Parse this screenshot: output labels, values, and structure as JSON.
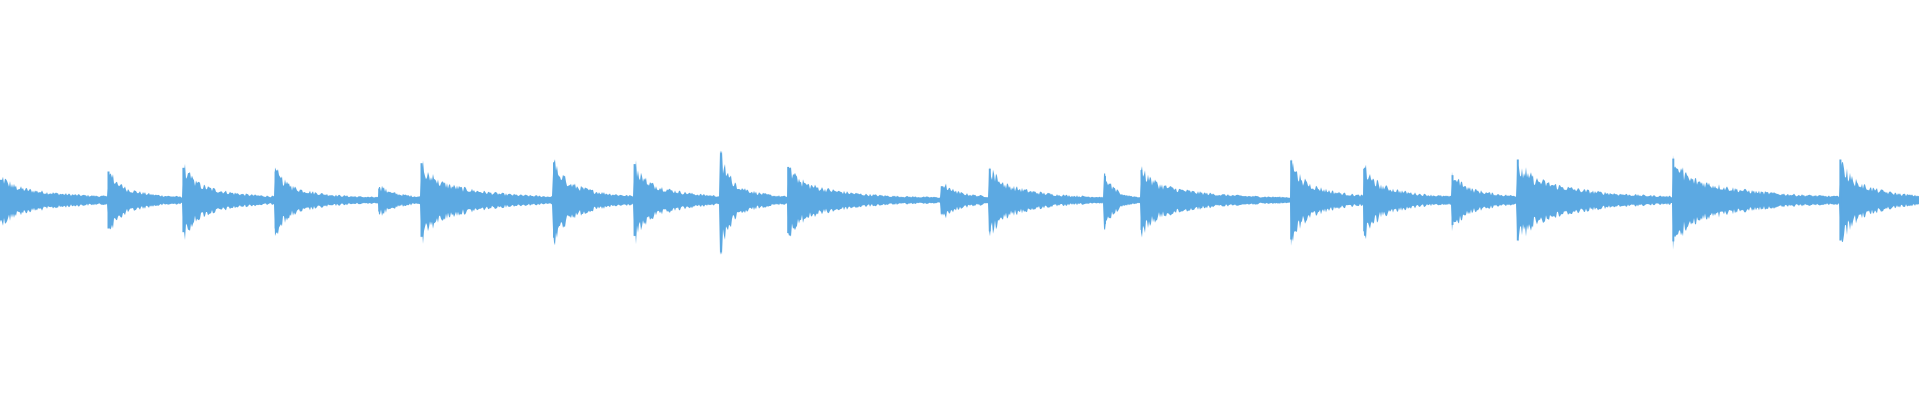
{
  "waveform": {
    "color": "#5ca9e2",
    "background": "#ffffff",
    "onsets": [
      {
        "time": 0.0,
        "peak": 0.44,
        "decay": 0.45
      },
      {
        "time": 0.056,
        "peak": 0.62,
        "decay": 0.35
      },
      {
        "time": 0.095,
        "peak": 0.7,
        "decay": 0.38
      },
      {
        "time": 0.143,
        "peak": 0.62,
        "decay": 0.3
      },
      {
        "time": 0.197,
        "peak": 0.25,
        "decay": 0.5
      },
      {
        "time": 0.219,
        "peak": 0.8,
        "decay": 0.35
      },
      {
        "time": 0.288,
        "peak": 0.82,
        "decay": 0.4
      },
      {
        "time": 0.33,
        "peak": 0.78,
        "decay": 0.4
      },
      {
        "time": 0.375,
        "peak": 0.96,
        "decay": 0.33
      },
      {
        "time": 0.41,
        "peak": 0.72,
        "decay": 0.28
      },
      {
        "time": 0.49,
        "peak": 0.3,
        "decay": 0.5
      },
      {
        "time": 0.515,
        "peak": 0.68,
        "decay": 0.32
      },
      {
        "time": 0.575,
        "peak": 0.52,
        "decay": 0.35
      },
      {
        "time": 0.594,
        "peak": 0.65,
        "decay": 0.3
      },
      {
        "time": 0.672,
        "peak": 0.86,
        "decay": 0.42
      },
      {
        "time": 0.71,
        "peak": 0.68,
        "decay": 0.38
      },
      {
        "time": 0.756,
        "peak": 0.54,
        "decay": 0.45
      },
      {
        "time": 0.79,
        "peak": 0.88,
        "decay": 0.35
      },
      {
        "time": 0.871,
        "peak": 0.9,
        "decay": 0.35
      },
      {
        "time": 0.958,
        "peak": 0.88,
        "decay": 0.4
      }
    ]
  }
}
